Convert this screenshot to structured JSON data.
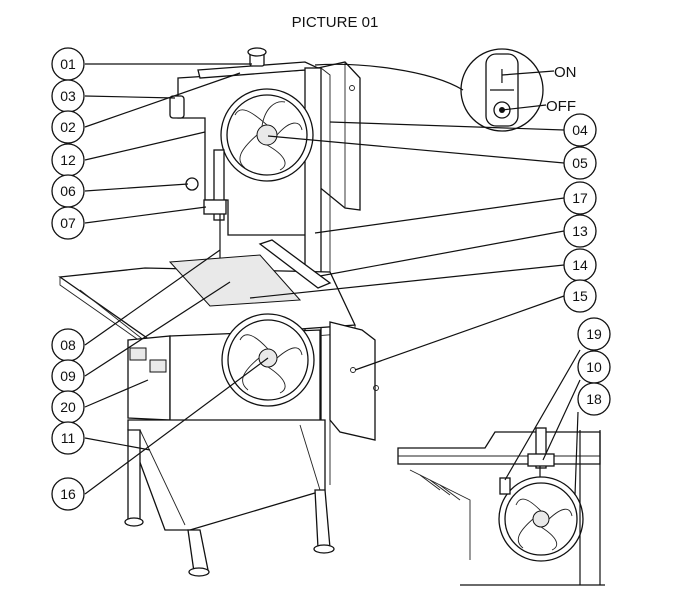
{
  "figure": {
    "title": "PICTURE 01"
  },
  "switch": {
    "on_label": "ON",
    "off_label": "OFF",
    "on_symbol": "|"
  },
  "callouts": [
    {
      "id": "01"
    },
    {
      "id": "03"
    },
    {
      "id": "02"
    },
    {
      "id": "12"
    },
    {
      "id": "06"
    },
    {
      "id": "07"
    },
    {
      "id": "08"
    },
    {
      "id": "09"
    },
    {
      "id": "20"
    },
    {
      "id": "11"
    },
    {
      "id": "16"
    },
    {
      "id": "04"
    },
    {
      "id": "05"
    },
    {
      "id": "17"
    },
    {
      "id": "13"
    },
    {
      "id": "14"
    },
    {
      "id": "15"
    },
    {
      "id": "19"
    },
    {
      "id": "10"
    },
    {
      "id": "18"
    }
  ]
}
